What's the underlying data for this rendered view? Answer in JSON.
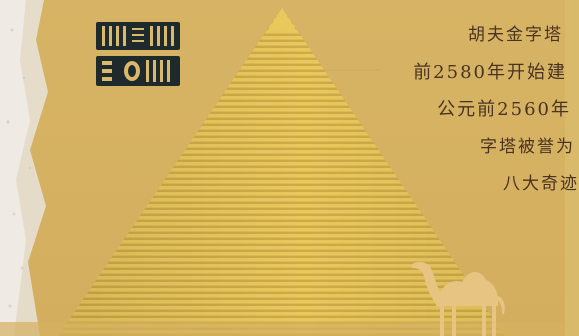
{
  "caption": {
    "lines": [
      "胡夫金字塔",
      "前2580年开始建",
      "公元前2560年",
      "字塔被誉为",
      "八大奇迹"
    ]
  },
  "colors": {
    "background": "#d9b96a",
    "pyramid_light": "#e9c85c",
    "pyramid_dark": "#c9a64a",
    "stripe": "#b8923a",
    "text": "#4a3320",
    "camel": "#e8c483",
    "stone_left": "#e7e3dc",
    "glyph_dark": "#1f2a2c"
  },
  "icons": {
    "glyph_top": "hieroglyph-comb-icon",
    "glyph_bottom": "hieroglyph-face-icon",
    "camel": "camel-silhouette-icon"
  }
}
